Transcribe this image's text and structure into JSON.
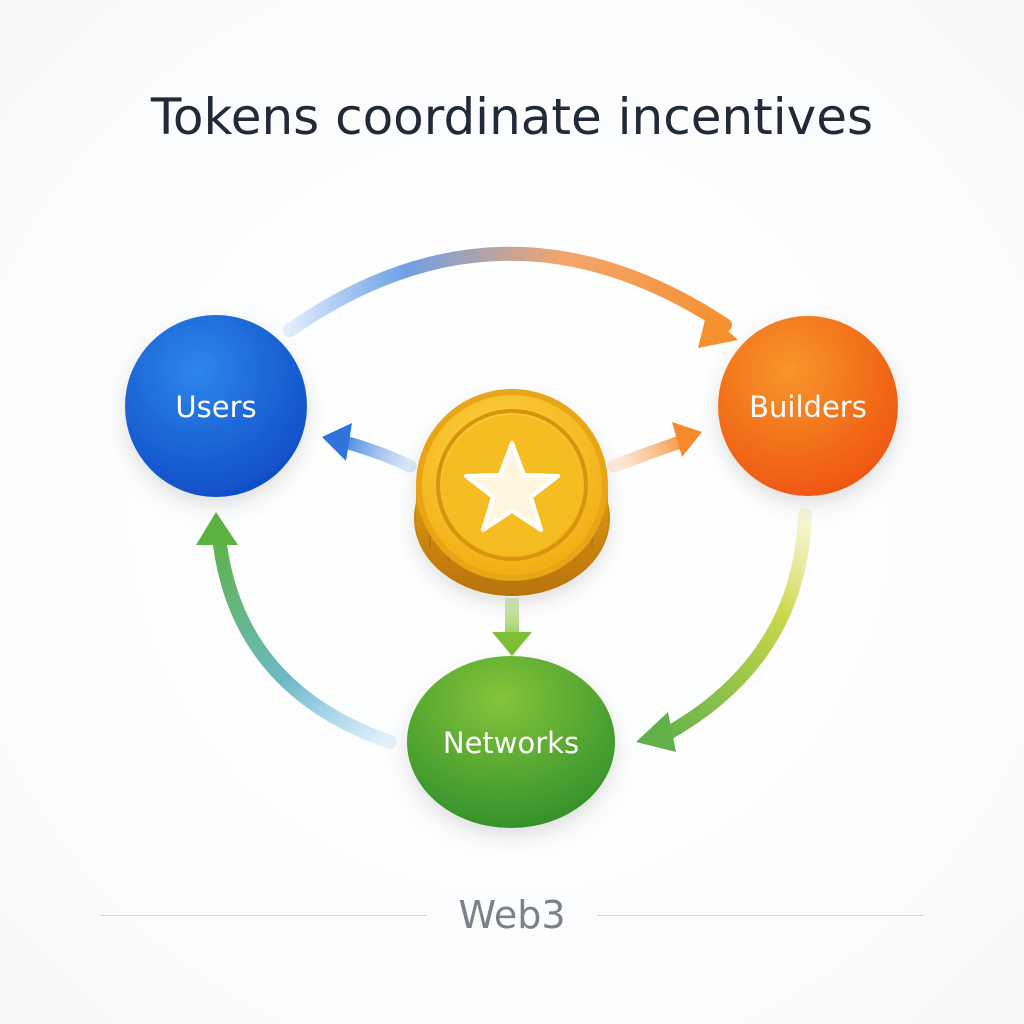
{
  "title": "Tokens coordinate incentives",
  "nodes": {
    "users": "Users",
    "builders": "Builders",
    "networks": "Networks"
  },
  "center": {
    "icon": "star-coin-icon"
  },
  "footer": "Web3",
  "colors": {
    "users": "#1a5fd6",
    "builders": "#f26a12",
    "networks": "#4ea82a",
    "coin": "#f2b41c",
    "title": "#222a38",
    "footer": "#7a818b"
  }
}
